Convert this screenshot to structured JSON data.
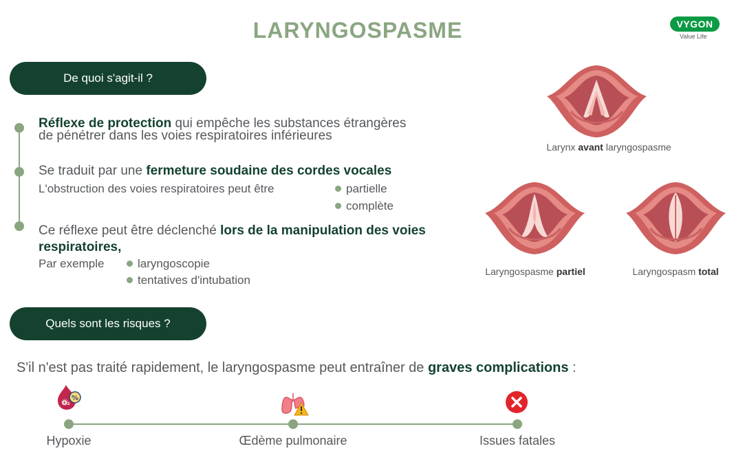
{
  "title": "LARYNGOSPASME",
  "logo": {
    "brand": "VYGON",
    "tagline": "Value Life"
  },
  "section1": {
    "heading": "De quoi s'agit-il ?",
    "point1": {
      "bold": "Réflexe de protection",
      "rest": " qui empêche les substances étrangères de pénétrer dans les voies respiratoires inférieures"
    },
    "point2": {
      "prefix": "Se traduit par une ",
      "bold": "fermeture soudaine des cordes vocales",
      "sub": "L'obstruction des voies respiratoires peut être",
      "options": [
        "partielle",
        "complète"
      ]
    },
    "point3": {
      "prefix": "Ce réflexe peut être déclenché ",
      "bold": "lors de la manipulation des voies respiratoires,",
      "sub": "Par exemple",
      "options": [
        "laryngoscopie",
        "tentatives d'intubation"
      ]
    }
  },
  "figures": {
    "before": {
      "pre": "Larynx ",
      "bold": "avant",
      "post": " laryngospasme"
    },
    "partial": {
      "pre": "Laryngospasme ",
      "bold": "partiel"
    },
    "total": {
      "pre": "Laryngospasm ",
      "bold": "total"
    }
  },
  "section2": {
    "heading": "Quels sont les risques ?",
    "intro": "S'il n'est pas traité rapidement, le laryngospasme peut entraîner de ",
    "intro_bold": "graves complications",
    "intro_end": " :",
    "icon_text": "O₂",
    "risks": [
      {
        "label": "Hypoxie",
        "icon": "oxygen-drop-icon"
      },
      {
        "label": "Œdème pulmonaire",
        "icon": "lungs-warning-icon"
      },
      {
        "label": "Issues fatales",
        "icon": "red-x-icon"
      }
    ]
  },
  "colors": {
    "dark_green": "#14422f",
    "sage": "#8aa681",
    "brand_green": "#0c9a45",
    "larynx": "#d36b6b"
  }
}
